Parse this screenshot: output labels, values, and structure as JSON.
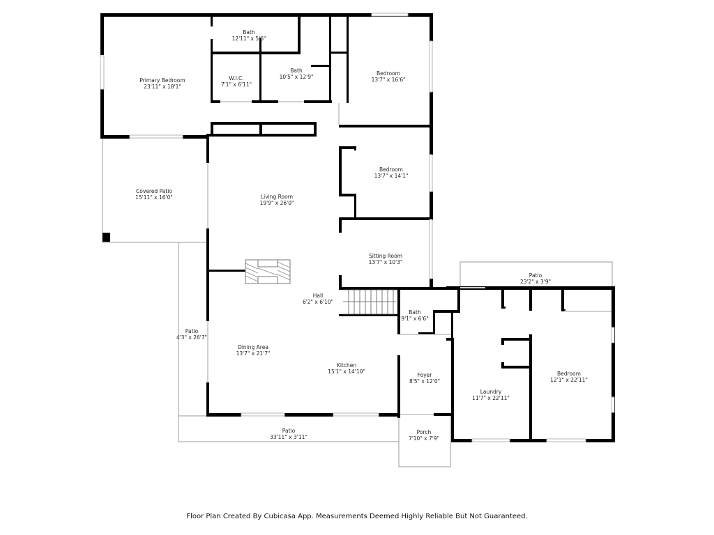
{
  "floor_plan": {
    "rooms": [
      {
        "id": "primary-bedroom",
        "name": "Primary Bedroom",
        "dims": "23'11\" x 18'1\""
      },
      {
        "id": "bath-1",
        "name": "Bath",
        "dims": "12'11\" x 5'6\""
      },
      {
        "id": "wic",
        "name": "W.I.C.",
        "dims": "7'1\" x 6'11\""
      },
      {
        "id": "bath-2",
        "name": "Bath",
        "dims": "10'5\" x 12'9\""
      },
      {
        "id": "bedroom-1",
        "name": "Bedroom",
        "dims": "13'7\" x 16'6\""
      },
      {
        "id": "covered-patio",
        "name": "Covered Patio",
        "dims": "15'11\" x 16'0\""
      },
      {
        "id": "living-room",
        "name": "Living Room",
        "dims": "19'9\" x 26'0\""
      },
      {
        "id": "bedroom-2",
        "name": "Bedroom",
        "dims": "13'7\" x 14'1\""
      },
      {
        "id": "sitting-room",
        "name": "Sitting Room",
        "dims": "13'7\" x 10'3\""
      },
      {
        "id": "patio-east",
        "name": "Patio",
        "dims": "23'2\" x 3'9\""
      },
      {
        "id": "hall",
        "name": "Hall",
        "dims": "6'2\" x 6'10\""
      },
      {
        "id": "bath-3",
        "name": "Bath",
        "dims": "9'1\" x 6'6\""
      },
      {
        "id": "patio-west",
        "name": "Patio",
        "dims": "4'3\" x 26'7\""
      },
      {
        "id": "dining-area",
        "name": "Dining Area",
        "dims": "13'7\" x 21'7\""
      },
      {
        "id": "kitchen",
        "name": "Kitchen",
        "dims": "15'1\" x 14'10\""
      },
      {
        "id": "foyer",
        "name": "Foyer",
        "dims": "8'5\" x 12'0\""
      },
      {
        "id": "laundry",
        "name": "Laundry",
        "dims": "11'7\" x 22'11\""
      },
      {
        "id": "bedroom-3",
        "name": "Bedroom",
        "dims": "12'1\" x 22'11\""
      },
      {
        "id": "patio-south",
        "name": "Patio",
        "dims": "33'11\" x 3'11\""
      },
      {
        "id": "porch",
        "name": "Porch",
        "dims": "7'10\" x 7'9\""
      }
    ],
    "footer": "Floor Plan Created By Cubicasa App. Measurements Deemed Highly Reliable But Not Guaranteed.",
    "colors": {
      "wall": "#000000",
      "background": "#ffffff",
      "outline": "#9a9a9a"
    }
  }
}
